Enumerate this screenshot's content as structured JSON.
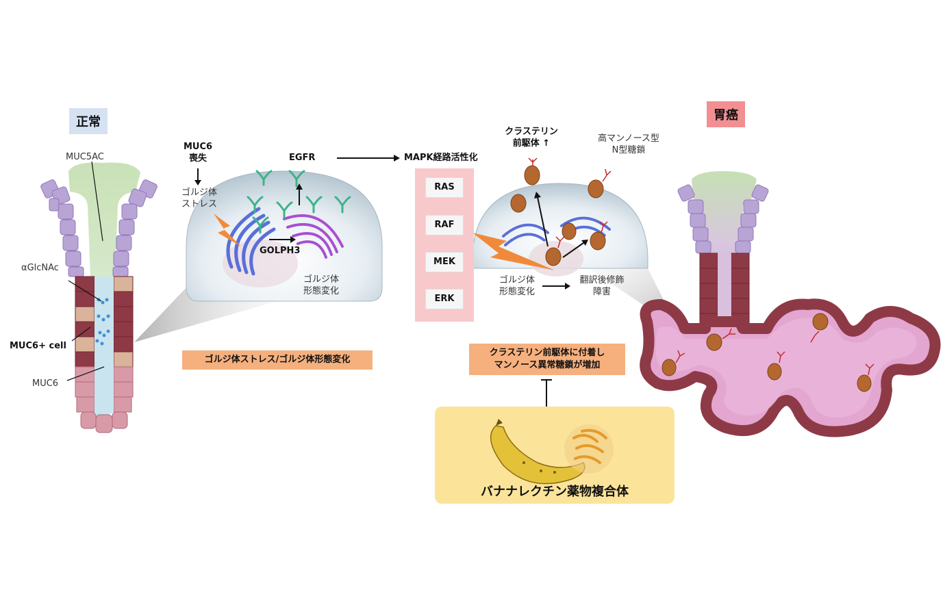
{
  "labels": {
    "normal": "正常",
    "cancer": "胃癌",
    "muc5ac": "MUC5AC",
    "aglcnac": "αGlcNAc",
    "muc6_cell": "MUC6+ cell",
    "muc6": "MUC6",
    "muc6_loss_1": "MUC6",
    "muc6_loss_2": "喪失",
    "golgi_stress_1": "ゴルジ体",
    "golgi_stress_2": "ストレス",
    "egfr": "EGFR",
    "golph3": "GOLPH3",
    "golgi_morph_1": "ゴルジ体",
    "golgi_morph_2": "形態変化",
    "mapk": "MAPK経路活性化",
    "clusterin_1": "クラステリン",
    "clusterin_2": "前駆体 ↑",
    "high_mannose_1": "高マンノース型",
    "high_mannose_2": "N型糖鎖",
    "golgi_morph2_1": "ゴルジ体",
    "golgi_morph2_2": "形態変化",
    "ptm_1": "翻訳後修飾",
    "ptm_2": "障害",
    "stress_box": "ゴルジ体ストレス/ゴルジ体形態変化",
    "clusterin_box_1": "クラステリン前駆体に付着し",
    "clusterin_box_2": "マンノース異常糖鎖が増加",
    "banana": "バナナレクチン薬物複合体"
  },
  "mapk_steps": [
    "RAS",
    "RAF",
    "MEK",
    "ERK"
  ],
  "colors": {
    "normal_tag": "#d6e2f2",
    "cancer_tag": "#f28f93",
    "orange_box": "#f5b07e",
    "mapk_bg": "#f8c9cb",
    "banana_panel": "#fbe49a",
    "purple_cells": "#b9a4d6",
    "maroon_cells": "#8e3a46",
    "pink_cells": "#d99aa8",
    "tan_cells": "#d9b39a",
    "lumen_green": "#cfe3bf",
    "lumen_blue": "#c9e4ef",
    "golgi_blue": "#5a6fd8",
    "golgi_magenta": "#a84fd0",
    "receptor_green": "#3fb28b"
  }
}
